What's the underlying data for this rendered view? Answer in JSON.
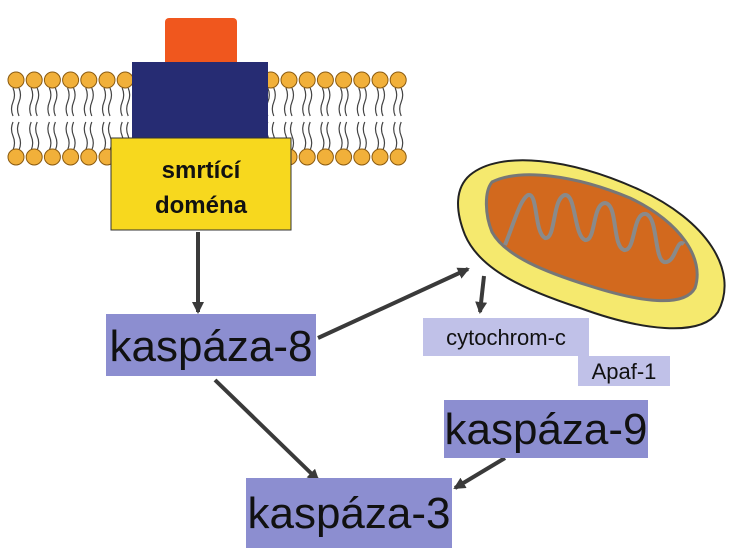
{
  "receptor": {
    "death_domain_label_line1": "smrtící",
    "death_domain_label_line2": "doména"
  },
  "nodes": {
    "caspase8": "kaspáza-8",
    "caspase9": "kaspáza-9",
    "caspase3": "kaspáza-3",
    "cytochrome_c": "cytochrom-c",
    "apaf1": "Apaf-1"
  },
  "colors": {
    "ligand": "#f0571e",
    "receptor": "#262c73",
    "death_domain": "#f7d81e",
    "caspase_box": "#8c8ed0",
    "small_box": "#c0c1e8",
    "mito_outer": "#f5e96e",
    "mito_inner": "#d2691e",
    "arrow": "#3a3a3a",
    "lipid_head": "#f1b03a"
  },
  "icons": {
    "membrane": "lipid-bilayer-icon",
    "mitochondrion": "mitochondrion-icon"
  }
}
